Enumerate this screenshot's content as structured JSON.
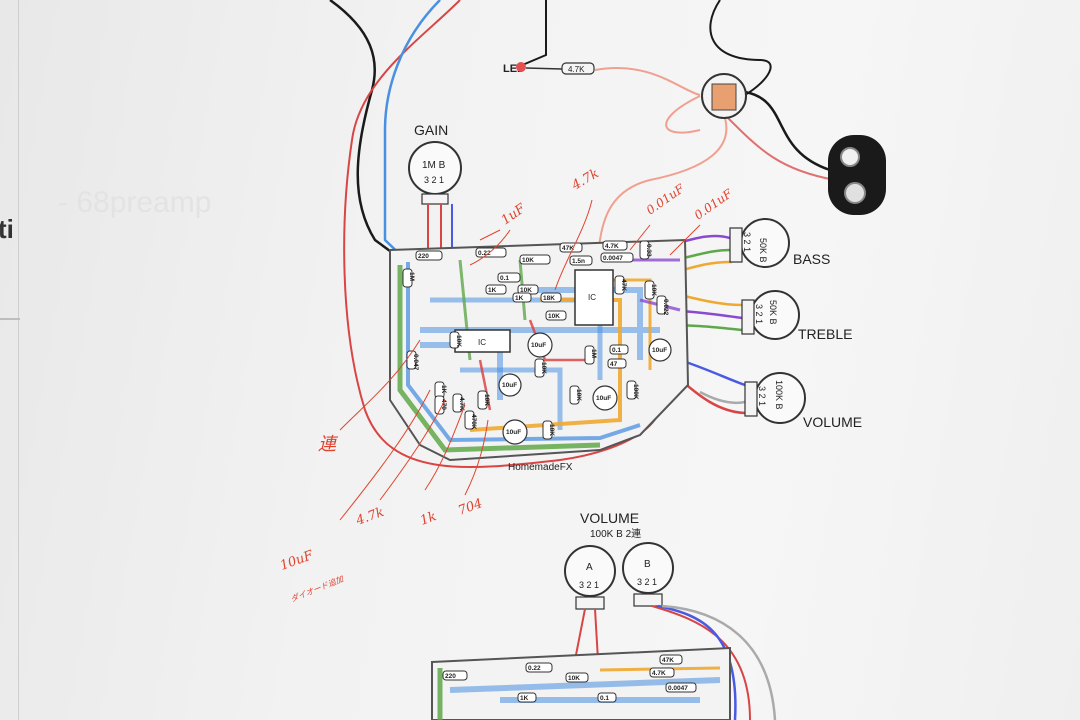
{
  "background_ui": {
    "tab_fragment": "ti",
    "faint_title": "- 68preamp"
  },
  "colors": {
    "trace_blue": "#4a90e2",
    "trace_green": "#5fa84a",
    "trace_orange": "#f0a830",
    "wire_red": "#d94545",
    "wire_black": "#1a1a1a",
    "wire_purple": "#8a4ad0",
    "handwriting_red": "#e0442f"
  },
  "diagram": {
    "led_label": "LED",
    "led_resistor": "4.7K",
    "gain_label": "GAIN",
    "gain_value": "1M B",
    "pot_pins": "3 2 1",
    "bass_label": "BASS",
    "bass_value": "50K B",
    "treble_label": "TREBLE",
    "treble_value": "50K B",
    "volume_label": "VOLUME",
    "volume_value": "100K B",
    "board_brand": "HomemadeFX",
    "ic_label": "IC",
    "components": [
      "220",
      "0.22",
      "10K",
      "47K",
      "1.5n",
      "4.7K",
      "0.0047",
      "0.1",
      "1K",
      "10K",
      "1K",
      "18K",
      "10K",
      "0.33",
      "47K",
      "10K",
      "0.022",
      "10uF",
      "1M",
      "0.047",
      "10K",
      "10uF",
      "1K",
      "4.7K",
      "10K",
      "10uF",
      "470K",
      "10K",
      "10uF",
      "1M",
      "10K",
      "0.1",
      "47",
      "10uF",
      "100K",
      "18K",
      "470"
    ]
  },
  "annotations": {
    "a1": "4.7k",
    "a2": "1uF",
    "a3": "0.01uF",
    "a4": "0.01uF",
    "a5": "連",
    "a6": "4.7k",
    "a7": "1k",
    "a8": "704",
    "a9": "10uF",
    "a10": "ダイオード追加"
  },
  "lower_diagram": {
    "title": "VOLUME",
    "subtitle": "100K B 2連",
    "pot_a": "A",
    "pot_b": "B",
    "pins": "3 2 1",
    "components": [
      "220",
      "0.22",
      "10K",
      "47K",
      "4.7K",
      "0.0047",
      "0.1",
      "1K"
    ]
  }
}
